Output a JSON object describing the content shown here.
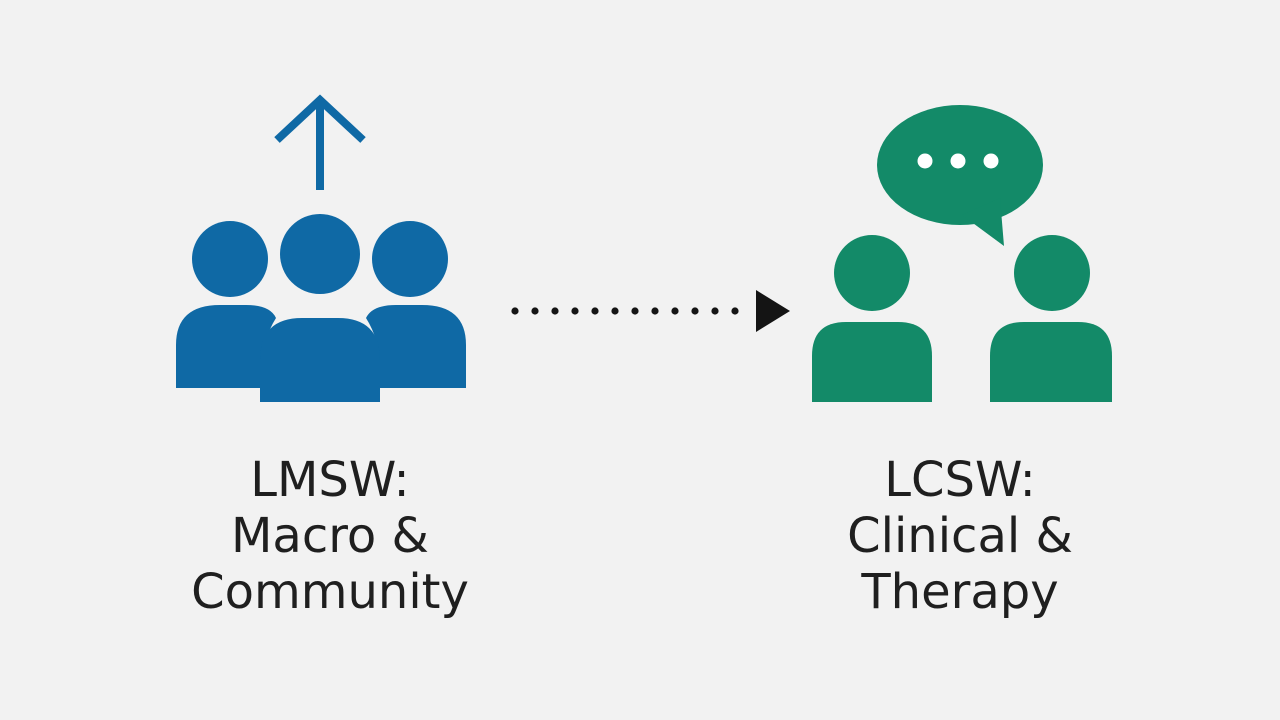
{
  "colors": {
    "background": "#f2f2f2",
    "macro_blue": "#0f69a5",
    "clinical_green": "#138a68",
    "text": "#1f1f1f",
    "connector": "#141414"
  },
  "icons": {
    "left": "group-people-with-up-arrow-icon",
    "right": "two-people-with-speech-bubble-icon",
    "connector": "dotted-arrow-icon"
  },
  "left": {
    "line1": "LMSW:",
    "line2": "Macro &",
    "line3": "Community"
  },
  "right": {
    "line1": "LCSW:",
    "line2": "Clinical &",
    "line3": "Therapy"
  }
}
